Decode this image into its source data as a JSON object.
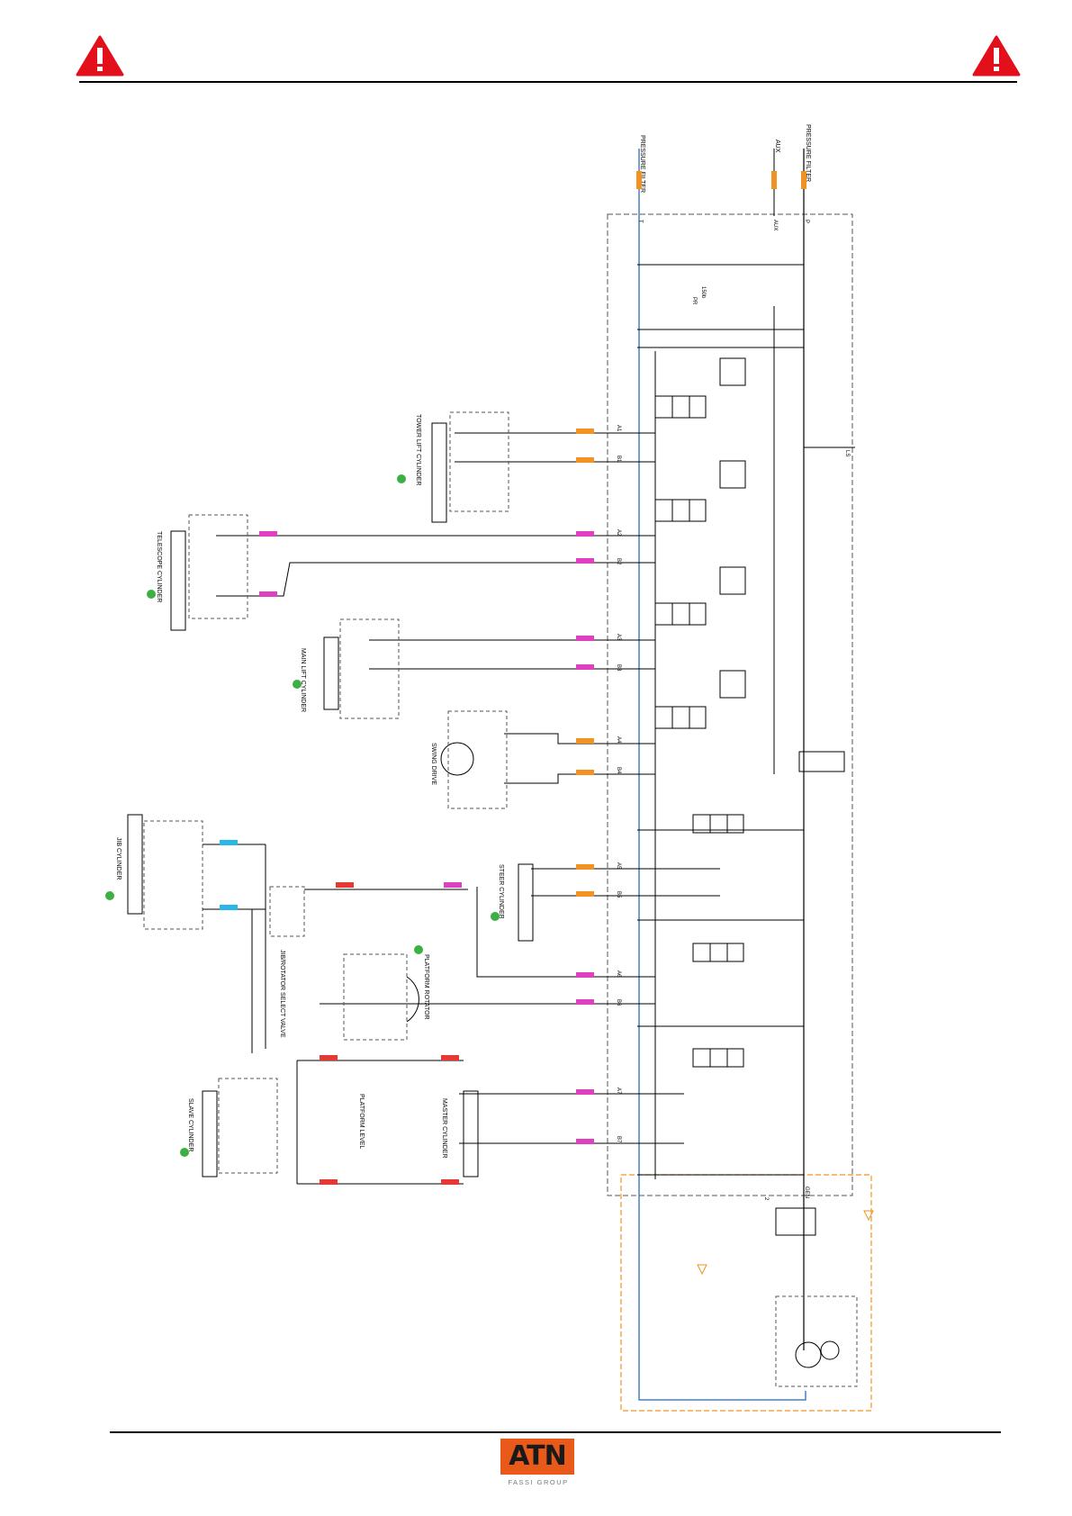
{
  "header": {
    "warning_icon_left": "warning-triangle-icon",
    "warning_icon_right": "warning-triangle-icon",
    "warning_color": "#e3101b"
  },
  "footer": {
    "logo_text": "ATN",
    "logo_subtext": "FASSI GROUP",
    "logo_color": "#e8591a"
  },
  "colors": {
    "line": "#000000",
    "return_line": "#4a7fc1",
    "orange": "#f29222",
    "magenta": "#e040c0",
    "cyan": "#29b6e8",
    "red": "#e53935",
    "green": "#3cb043"
  },
  "diagram": {
    "top_labels": [
      "PRESSURE FILTER",
      "AUX",
      "PRESSURE FILTER"
    ],
    "actuators": [
      "TOWER LIFT CYLINDER",
      "TELESCOPE CYLINDER",
      "MAIN LIFT CYLINDER",
      "SWING DRIVE",
      "JIB CYLINDER",
      "STEER CYLINDER",
      "JIB/ROTATOR SELECT VALVE",
      "PLATFORM ROTATOR",
      "SLAVE CYLINDER",
      "PLATFORM LEVEL",
      "MASTER CYLINDER"
    ],
    "port_labels": [
      "A1",
      "B1",
      "A2",
      "B2",
      "A3",
      "B3",
      "A4",
      "B4",
      "A5",
      "B5",
      "A6",
      "B6",
      "A7",
      "B7"
    ],
    "valve_labels": [
      "150b",
      "PR",
      "P",
      "T",
      "LS",
      "GEN",
      "AUX",
      "2"
    ]
  }
}
